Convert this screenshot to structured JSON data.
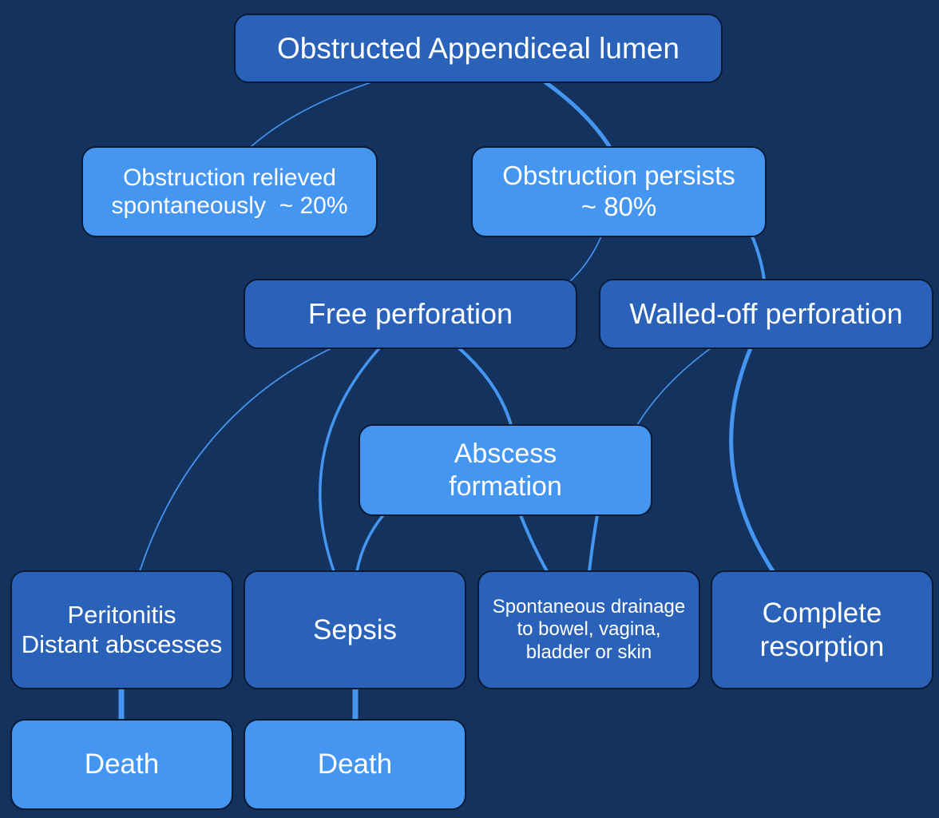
{
  "colors": {
    "background": "#14325e",
    "node_dark": "#2962b8",
    "node_light": "#4596f0",
    "connector": "#4596f0"
  },
  "nodes": {
    "root": {
      "line1": "Obstructed Appendiceal lumen"
    },
    "relieved": {
      "line1": "Obstruction relieved",
      "line2": "spontaneously  ~ 20%"
    },
    "persists": {
      "line1": "Obstruction persists",
      "line2": "~ 80%"
    },
    "free_perforation": {
      "line1": "Free perforation"
    },
    "walled_off": {
      "line1": "Walled-off perforation"
    },
    "abscess": {
      "line1": "Abscess",
      "line2": "formation"
    },
    "peritonitis": {
      "line1": "Peritonitis",
      "line2": "Distant abscesses"
    },
    "sepsis": {
      "line1": "Sepsis"
    },
    "drainage": {
      "line1": "Spontaneous drainage",
      "line2": "to bowel, vagina,",
      "line3": "bladder or skin"
    },
    "resorption": {
      "line1": "Complete",
      "line2": "resorption"
    },
    "death_1": {
      "line1": "Death"
    },
    "death_2": {
      "line1": "Death"
    }
  }
}
